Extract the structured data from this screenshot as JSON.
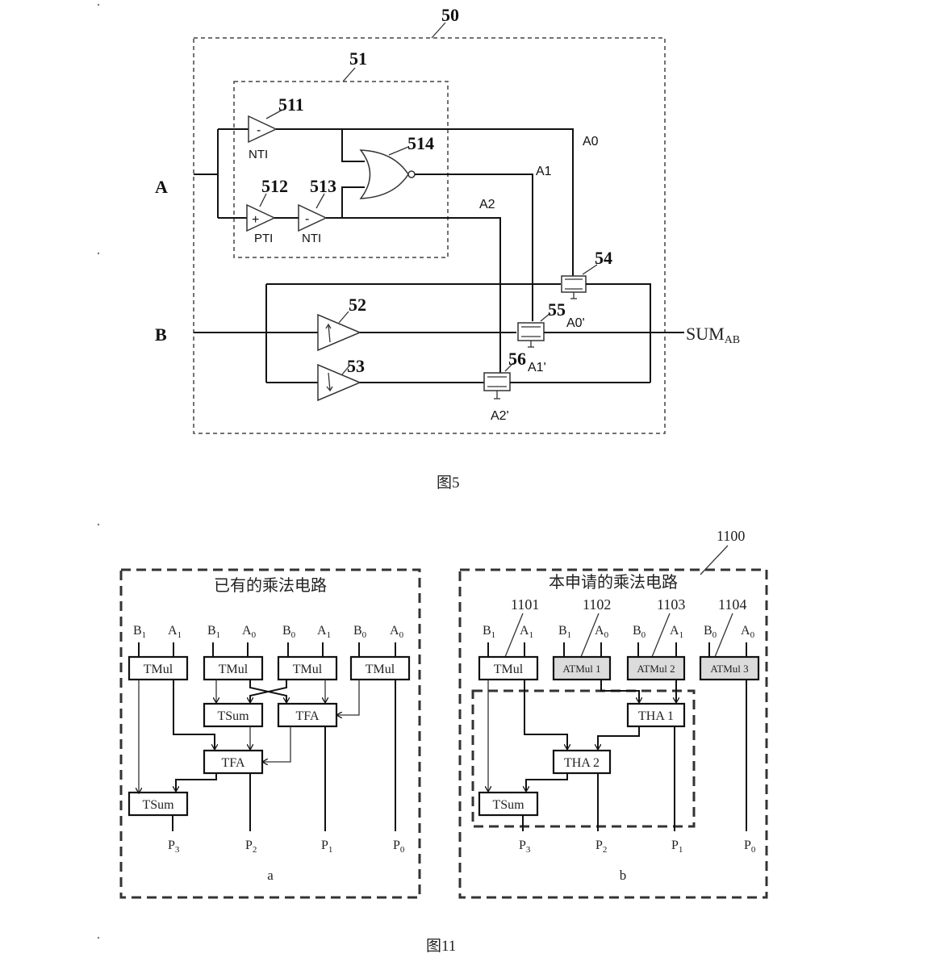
{
  "figure5": {
    "caption": "图5",
    "ref_outer": "50",
    "ref_inner": "51",
    "input_a": "A",
    "input_b": "B",
    "output": "SUM",
    "output_sub": "AB",
    "gates": {
      "g511": {
        "ref": "511",
        "sign": "-",
        "type": "NTI"
      },
      "g512": {
        "ref": "512",
        "sign": "+",
        "type": "PTI"
      },
      "g513": {
        "ref": "513",
        "sign": "-",
        "type": "NTI"
      },
      "g514": {
        "ref": "514"
      },
      "g52": {
        "ref": "52"
      },
      "g53": {
        "ref": "53"
      }
    },
    "signals": {
      "a0": "A0",
      "a1": "A1",
      "a2": "A2",
      "a0p": "A0'",
      "a1p": "A1'",
      "a2p": "A2'"
    },
    "switches": {
      "s54": "54",
      "s55": "55",
      "s56": "56"
    }
  },
  "figure11": {
    "caption": "图11",
    "ref_b": "1100",
    "panel_a": {
      "title": "已有的乘法电路",
      "sub": "a",
      "inputs": [
        {
          "v": "B",
          "s": "1"
        },
        {
          "v": "A",
          "s": "1"
        },
        {
          "v": "B",
          "s": "1"
        },
        {
          "v": "A",
          "s": "0"
        },
        {
          "v": "B",
          "s": "0"
        },
        {
          "v": "A",
          "s": "1"
        },
        {
          "v": "B",
          "s": "0"
        },
        {
          "v": "A",
          "s": "0"
        }
      ],
      "blocks": {
        "tmul1": "TMul",
        "tmul2": "TMul",
        "tmul3": "TMul",
        "tmul4": "TMul",
        "tsum1": "TSum",
        "tfa1": "TFA",
        "tfa2": "TFA",
        "tsum2": "TSum"
      },
      "outputs": [
        {
          "v": "P",
          "s": "3"
        },
        {
          "v": "P",
          "s": "2"
        },
        {
          "v": "P",
          "s": "1"
        },
        {
          "v": "P",
          "s": "0"
        }
      ]
    },
    "panel_b": {
      "title": "本申请的乘法电路",
      "sub": "b",
      "refs": [
        "1101",
        "1102",
        "1103",
        "1104"
      ],
      "inputs": [
        {
          "v": "B",
          "s": "1"
        },
        {
          "v": "A",
          "s": "1"
        },
        {
          "v": "B",
          "s": "1"
        },
        {
          "v": "A",
          "s": "0"
        },
        {
          "v": "B",
          "s": "0"
        },
        {
          "v": "A",
          "s": "1"
        },
        {
          "v": "B",
          "s": "0"
        },
        {
          "v": "A",
          "s": "0"
        }
      ],
      "blocks": {
        "tmul": "TMul",
        "atmul1": "ATMul 1",
        "atmul2": "ATMul 2",
        "atmul3": "ATMul 3",
        "tha1": "THA 1",
        "tha2": "THA 2",
        "tsum": "TSum"
      },
      "outputs": [
        {
          "v": "P",
          "s": "3"
        },
        {
          "v": "P",
          "s": "2"
        },
        {
          "v": "P",
          "s": "1"
        },
        {
          "v": "P",
          "s": "0"
        }
      ]
    }
  }
}
